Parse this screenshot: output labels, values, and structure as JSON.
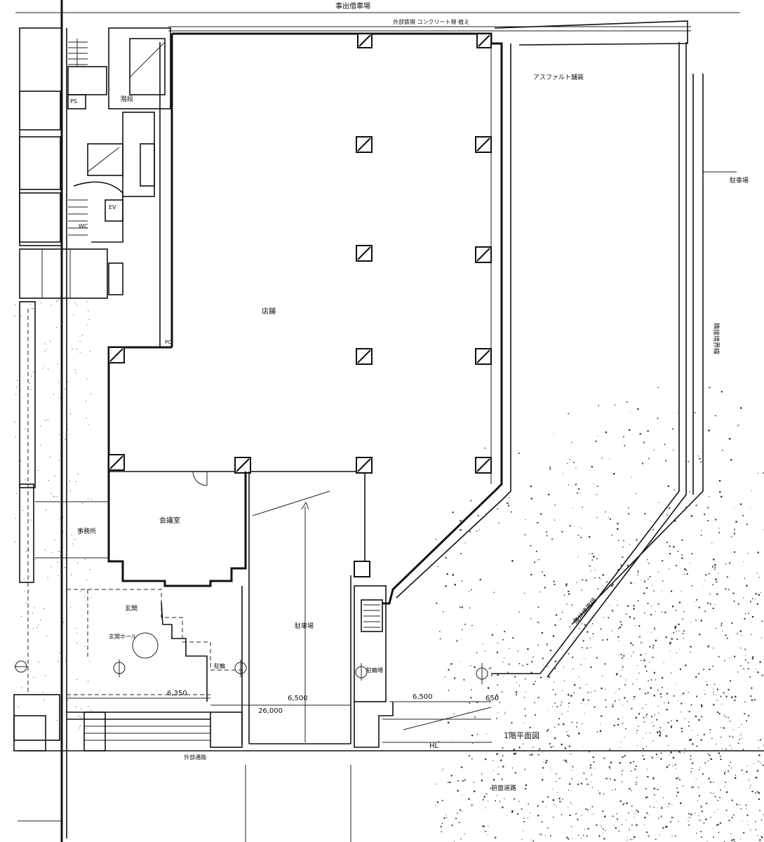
{
  "labels": {
    "top_road": "事出借車場",
    "top_note": "外部鉄塀  コンクリート塀  植え",
    "asphalt": "アスファルト舗装",
    "shop": "店舗",
    "conference": "会議室",
    "parking_entry": "駐車場",
    "right_top_note": "駐車場",
    "right_side_note": "隣接境界線",
    "diag_note": "隣地境界線",
    "entrance": "玄関",
    "entrance_hall": "玄関ホール",
    "stair": "階段",
    "ev": "EV",
    "toilet": "WC",
    "ps": "PS",
    "floor_plan_title": "1階平面図",
    "road": "前面道路",
    "frontage_note": "外部通路",
    "bike": "駐輪",
    "bicycle": "駐輪場",
    "pc": "PC",
    "office": "事務所"
  },
  "dimensions": {
    "d1": "6,350",
    "d2": "6,500",
    "d3": "26,000",
    "d4": "6,500",
    "d5": "650",
    "d6": "HL"
  }
}
